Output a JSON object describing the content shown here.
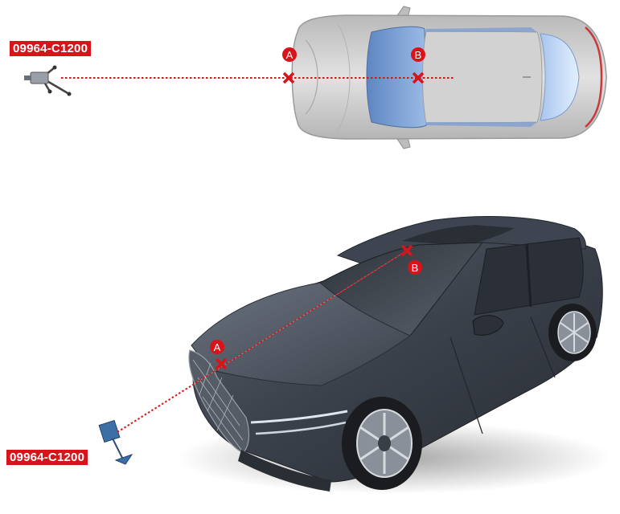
{
  "tool_labels": {
    "top": "09964-C1200",
    "bottom": "09964-C1200"
  },
  "points": {
    "a": "A",
    "b": "B"
  },
  "colors": {
    "marker": "#d8141b",
    "sight_line": "#d8141b",
    "car_top_body": "#c9c9c9",
    "glass": "#7fa3d6",
    "car_3d_body": "#3b414c"
  }
}
